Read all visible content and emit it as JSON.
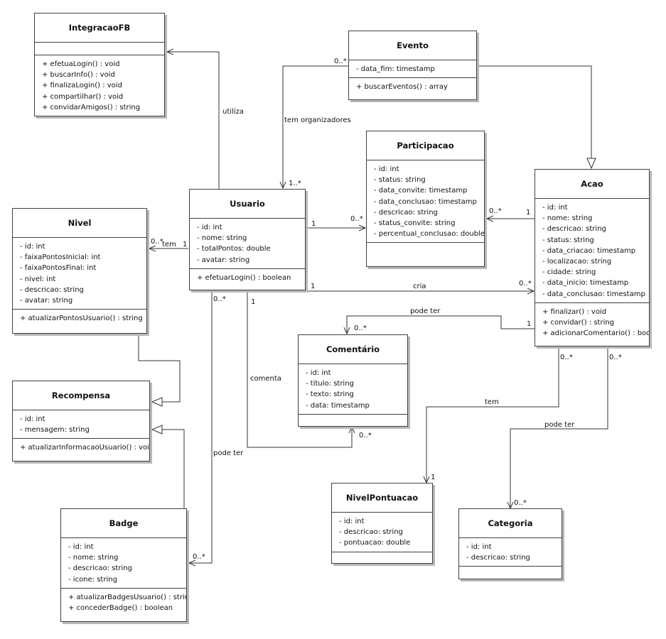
{
  "classes": {
    "integracaofb": {
      "name": "IntegracaoFB",
      "attributes": [],
      "operations": [
        "+ efetuaLogin() : void",
        "+ buscarInfo() : void",
        "+ finalizaLogin() : void",
        "+ compartilhar() : void",
        "+ convidarAmigos() : string"
      ]
    },
    "evento": {
      "name": "Evento",
      "attributes": [
        "- data_fim: timestamp"
      ],
      "operations": [
        "+ buscarEventos() : array"
      ]
    },
    "participacao": {
      "name": "Participacao",
      "attributes": [
        "- id: int",
        "- status: string",
        "- data_convite: timestamp",
        "- data_conclusao: timestamp",
        "- descricao: string",
        "- status_convite: string",
        "- percentual_conclusao: double"
      ],
      "operations": []
    },
    "acao": {
      "name": "Acao",
      "attributes": [
        "- id: int",
        "- nome: string",
        "- descricao: string",
        "- status: string",
        "- data_criacao: timestamp",
        "- localizacao: string",
        "- cidade: string",
        "- data_inicio: timestamp",
        "- data_conclusao: timestamp"
      ],
      "operations": [
        "+ finalizar() : void",
        "+ convidar() : string",
        "+ adicionarComentario() : bool..."
      ]
    },
    "usuario": {
      "name": "Usuario",
      "attributes": [
        "- id: int",
        "- nome: string",
        "- totalPontos: double",
        "- avatar: string"
      ],
      "operations": [
        "+ efetuarLogin() : boolean"
      ]
    },
    "nivel": {
      "name": "Nivel",
      "attributes": [
        "- id: int",
        "- faixaPontosInicial: int",
        "- faixaPontosFinal: int",
        "- nivel: int",
        "- descricao: string",
        "- avatar: string"
      ],
      "operations": [
        "+ atualizarPontosUsuario() : string"
      ]
    },
    "recompensa": {
      "name": "Recompensa",
      "attributes": [
        "- id: int",
        "- mensagem: string"
      ],
      "operations": [
        "+ atualizarInformacaoUsuario() : void"
      ]
    },
    "comentario": {
      "name": "Comentário",
      "attributes": [
        "- id: int",
        "- titulo: string",
        "- texto: string",
        "- data: timestamp"
      ],
      "operations": []
    },
    "badge": {
      "name": "Badge",
      "attributes": [
        "- id: int",
        "- nome: string",
        "- descricao: string",
        "- icone: string"
      ],
      "operations": [
        "+ atualizarBadgesUsuario() : string",
        "+ concederBadge() : boolean"
      ]
    },
    "nivelpontuacao": {
      "name": "NivelPontuacao",
      "attributes": [
        "- id: int",
        "- descricao: string",
        "- pontuacao: double"
      ],
      "operations": []
    },
    "categoria": {
      "name": "Categoria",
      "attributes": [
        "- id: int",
        "- descricao: string"
      ],
      "operations": []
    }
  },
  "edge_labels": {
    "utiliza": "utiliza",
    "tem_organizadores": "tem organizadores",
    "tem_nivel": "tem",
    "cria": "cria",
    "pode_ter_comentario": "pode ter",
    "comenta": "comenta",
    "pode_ter_badge": "pode ter",
    "tem_pontuacao": "tem",
    "pode_ter_categoria": "pode ter"
  },
  "multiplicities": {
    "evento_org": "0..*",
    "usuario_org": "1..*",
    "usuario_part": "1",
    "participacao_usr": "0..*",
    "participacao_acao": "0..*",
    "acao_part": "1",
    "nivel_usr": "0..*",
    "usuario_nivel": "1",
    "usuario_cria": "1",
    "acao_cria": "0..*",
    "usuario_badge": "0..*",
    "usuario_comenta": "1",
    "comentario_acao": "0..*",
    "acao_comentario": "1",
    "comentario_usr": "0..*",
    "acao_pontuacao": "0..*",
    "acao_categoria": "0..*",
    "nivelpontuacao_mult": "1",
    "categoria_mult": "0..*",
    "badge_usr": "0..*"
  }
}
